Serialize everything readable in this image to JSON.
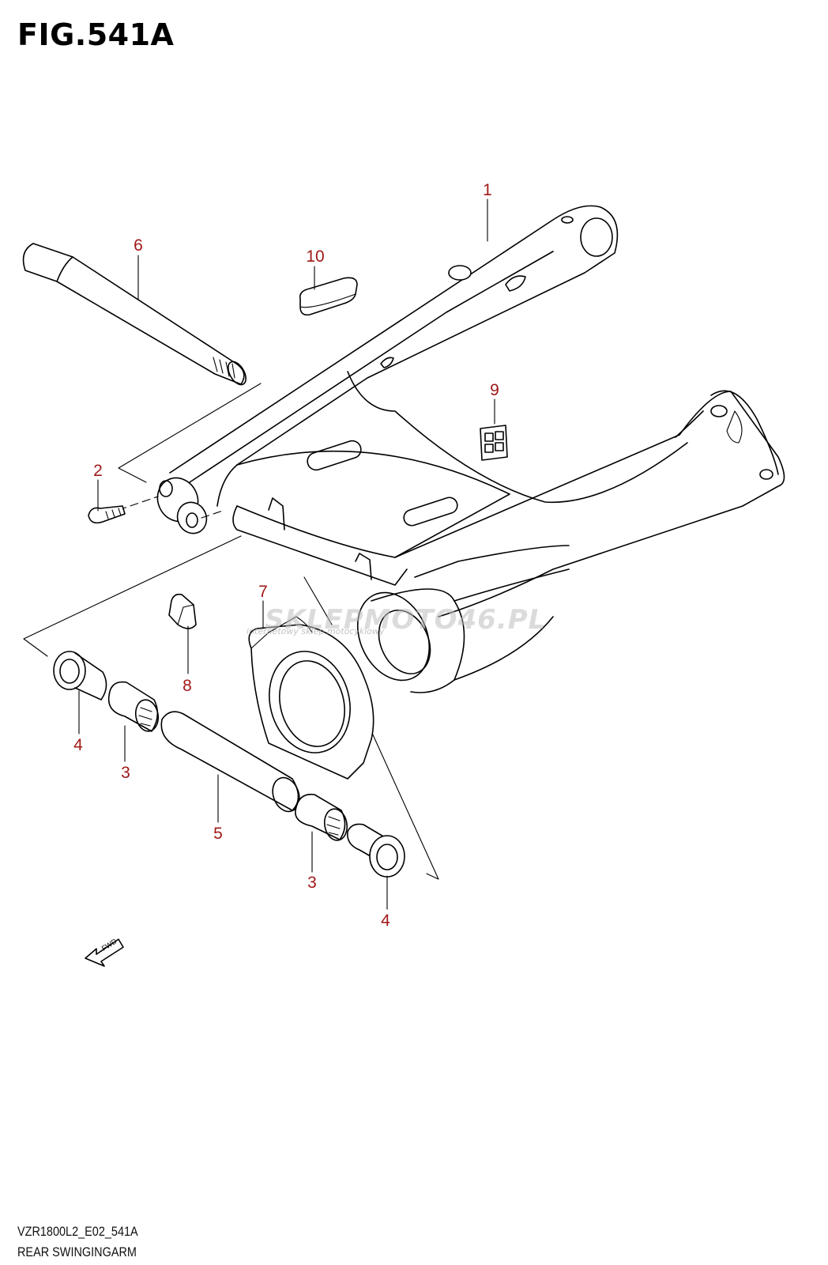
{
  "figure": {
    "title": "FIG.541A"
  },
  "callouts": {
    "p1": "1",
    "p2": "2",
    "p3a": "3",
    "p3b": "3",
    "p4a": "4",
    "p4b": "4",
    "p5": "5",
    "p6": "6",
    "p7": "7",
    "p8": "8",
    "p9": "9",
    "p10": "10"
  },
  "fwd_label": "FWD",
  "footer": {
    "model_code": "VZR1800L2_E02_541A",
    "caption": "REAR SWINGINGARM"
  },
  "watermark": {
    "text": "SKLEPMOTO46.PL",
    "subtext": "internetowy sklep motocyklowy"
  },
  "colors": {
    "callout": "#a01818",
    "line": "#000000"
  }
}
